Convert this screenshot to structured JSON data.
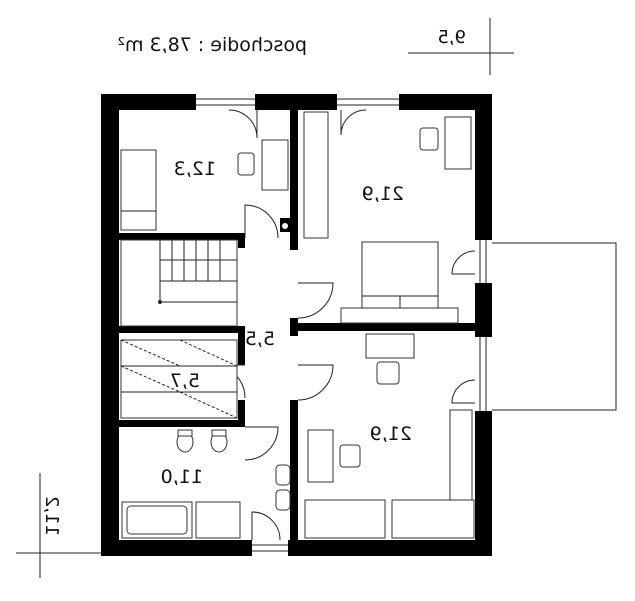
{
  "header": {
    "floor_label": "poschodie : 78,3 m²"
  },
  "dimensions": {
    "width": "9,5",
    "depth": "11,2"
  },
  "rooms": [
    {
      "id": "bedroom-small",
      "area": "12,3"
    },
    {
      "id": "bedroom-master",
      "area": "21,9"
    },
    {
      "id": "hall",
      "area": "5,5"
    },
    {
      "id": "closet",
      "area": "5,7"
    },
    {
      "id": "bedroom-lower",
      "area": "21,9"
    },
    {
      "id": "bathroom",
      "area": "11,0"
    }
  ]
}
